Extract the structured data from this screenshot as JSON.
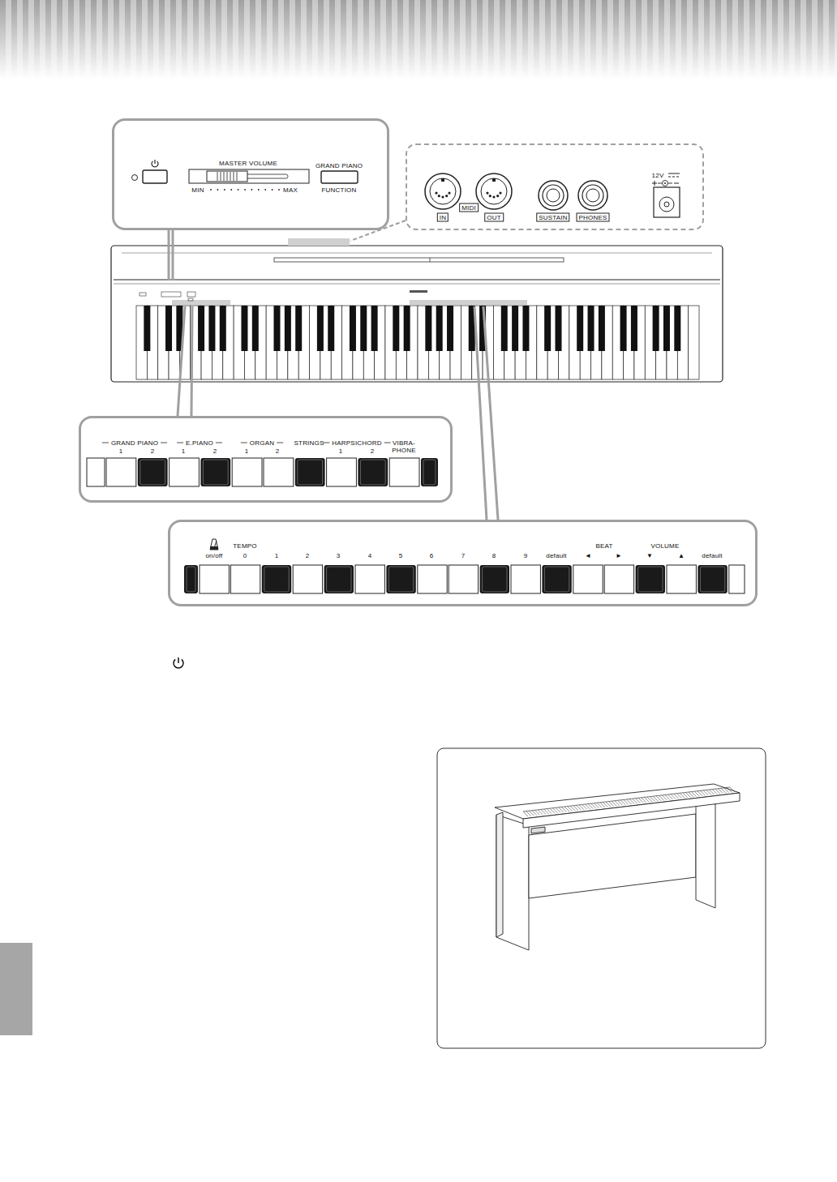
{
  "diagram": {
    "nodes": [
      {
        "text": [
          "MASTER VOLUME",
          "MIN",
          "MAX",
          "GRAND PIANO",
          "FUNCTION"
        ]
      },
      {
        "text": [
          "IN",
          "MIDI",
          "OUT",
          "SUSTAIN",
          "PHONES",
          "12V"
        ]
      },
      {
        "text": [
          "GRAND PIANO",
          "1",
          "2",
          "E.PIANO",
          "1",
          "2",
          "ORGAN",
          "1",
          "2",
          "STRINGS",
          "HARPSICHORD",
          "1",
          "2",
          "VIBRA- PHONE"
        ]
      },
      {
        "text": [
          "on/off",
          "TEMPO",
          "0",
          "1",
          "2",
          "3",
          "4",
          "5",
          "6",
          "7",
          "8",
          "9",
          "default",
          "BEAT",
          "◄",
          "►",
          "VOLUME",
          "▼",
          "▲",
          "default"
        ]
      }
    ]
  }
}
